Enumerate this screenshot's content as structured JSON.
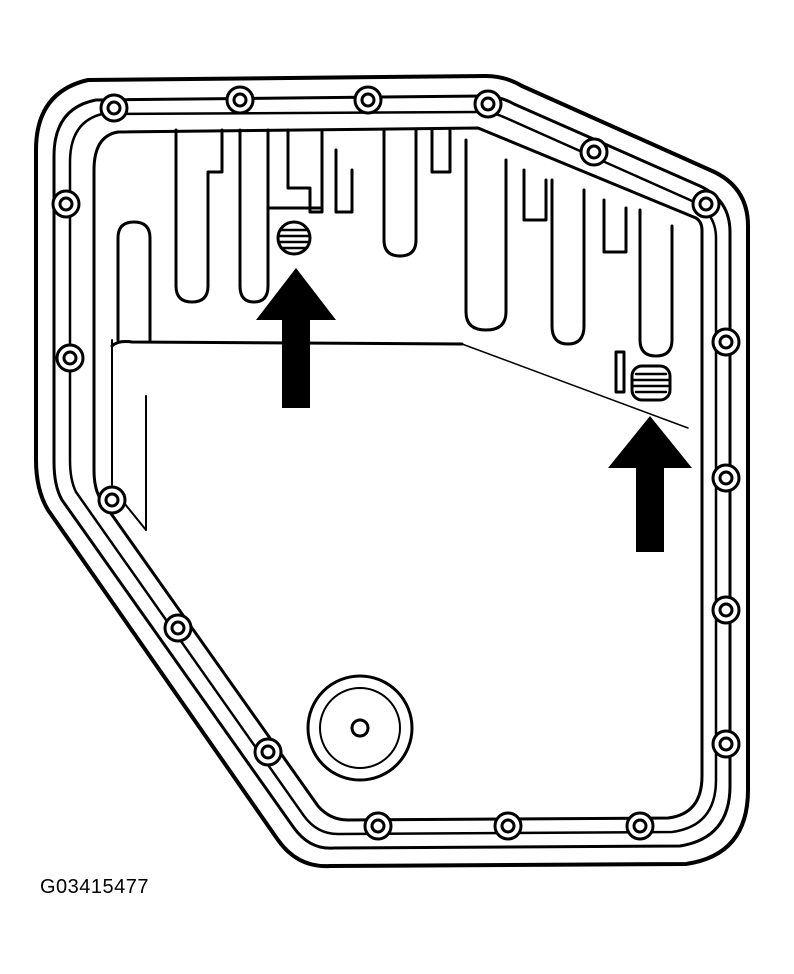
{
  "figure_code": "G03415477",
  "colors": {
    "line": "#000000",
    "fill": "#ffffff",
    "arrow": "#000000"
  },
  "callouts": [
    {
      "name": "magnet-1",
      "type": "arrow-up"
    },
    {
      "name": "magnet-2",
      "type": "arrow-up"
    }
  ]
}
